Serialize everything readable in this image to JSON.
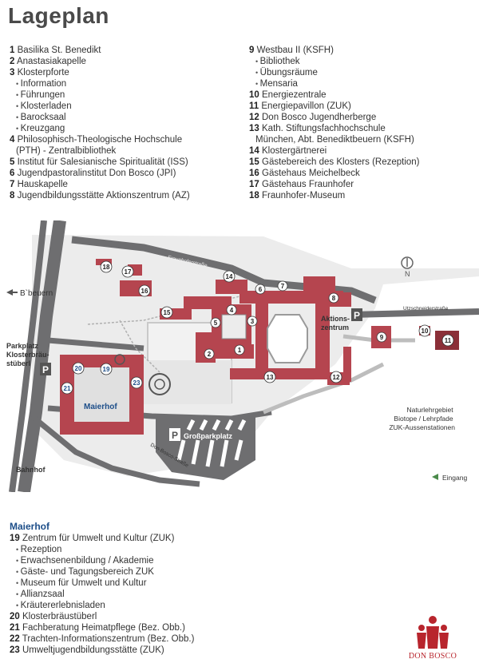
{
  "title": "Lageplan",
  "legend_left": [
    {
      "num": "1",
      "text": "Basilika St. Benedikt"
    },
    {
      "num": "2",
      "text": "Anastasiakapelle"
    },
    {
      "num": "3",
      "text": "Klosterpforte"
    },
    {
      "sub": "Information"
    },
    {
      "sub": "Führungen"
    },
    {
      "sub": "Klosterladen"
    },
    {
      "sub": "Barocksaal"
    },
    {
      "sub": "Kreuzgang"
    },
    {
      "num": "4",
      "text": "Philosophisch-Theologische Hochschule"
    },
    {
      "cont": "(PTH) - Zentralbibliothek"
    },
    {
      "num": "5",
      "text": "Institut für Salesianische Spiritualität (ISS)"
    },
    {
      "num": "6",
      "text": "Jugendpastoralinstitut Don Bosco (JPI)"
    },
    {
      "num": "7",
      "text": "Hauskapelle"
    },
    {
      "num": "8",
      "text": "Jugendbildungsstätte Aktionszentrum (AZ)"
    }
  ],
  "legend_right": [
    {
      "num": "9",
      "text": "Westbau II (KSFH)"
    },
    {
      "sub": "Bibliothek"
    },
    {
      "sub": "Übungsräume"
    },
    {
      "sub": "Mensaria"
    },
    {
      "num": "10",
      "text": "Energiezentrale"
    },
    {
      "num": "11",
      "text": "Energiepavillon (ZUK)"
    },
    {
      "num": "12",
      "text": "Don Bosco Jugendherberge"
    },
    {
      "num": "13",
      "text": "Kath. Stiftungsfachhochschule"
    },
    {
      "cont": "München, Abt. Benediktbeuern (KSFH)"
    },
    {
      "num": "14",
      "text": "Klostergärtnerei"
    },
    {
      "num": "15",
      "text": "Gästebereich des Klosters (Rezeption)"
    },
    {
      "num": "16",
      "text": "Gästehaus Meichelbeck"
    },
    {
      "num": "17",
      "text": "Gästehaus Fraunhofer"
    },
    {
      "num": "18",
      "text": "Fraunhofer-Museum"
    }
  ],
  "legend_bottom_title": "Maierhof",
  "legend_bottom": [
    {
      "num": "19",
      "text": "Zentrum für Umwelt und Kultur (ZUK)"
    },
    {
      "sub": "Rezeption"
    },
    {
      "sub": "Erwachsenenbildung / Akademie"
    },
    {
      "sub": "Gäste- und Tagungsbereich ZUK"
    },
    {
      "sub": "Museum für Umwelt und Kultur"
    },
    {
      "sub": "Allianzsaal"
    },
    {
      "sub": "Kräutererlebnisladen"
    },
    {
      "num": "20",
      "text": "Klosterbräustüberl"
    },
    {
      "num": "21",
      "text": "Fachberatung Heimatpflege (Bez. Obb.)"
    },
    {
      "num": "22",
      "text": "Trachten-Informationszentrum (Bez. Obb.)"
    },
    {
      "num": "23",
      "text": "Umweltjugendbildungsstätte (ZUK)"
    }
  ],
  "map": {
    "colors": {
      "building": "#b5454f",
      "road": "#6e6e70",
      "path": "#c9c9c9",
      "ground": "#ececec",
      "number_circle": "#ffffff",
      "entrance": "#4a8a4a",
      "label": "#1d4e89"
    },
    "direction_label": "B`beuern",
    "north": "N",
    "street_fraunhofer": "Fraunhoferstraße",
    "street_utzschneider": "Utzschneiderstraße",
    "street_don_bosco": "Don-Bosco-Straße",
    "label_aktionszentrum": [
      "Aktions-",
      "zentrum"
    ],
    "label_parkplatz": [
      "Parkplatz",
      "Klosterbräu-",
      "stüberl"
    ],
    "label_maierhof": "Maierhof",
    "label_grossparkplatz": "Großparkplatz",
    "label_bahnhof": "Bahnhof",
    "label_natur": [
      "Naturlehrgebiet",
      "Biotope / Lehrpfade",
      "ZUK-Aussenstationen"
    ],
    "label_eingang": "Eingang",
    "parking_letter": "P",
    "markers": [
      "1",
      "2",
      "3",
      "4",
      "5",
      "6",
      "7",
      "8",
      "9",
      "10",
      "11",
      "12",
      "13",
      "14",
      "15",
      "16",
      "17",
      "18",
      "19",
      "20",
      "21",
      "23"
    ]
  },
  "logo_text": "DON BOSCO"
}
